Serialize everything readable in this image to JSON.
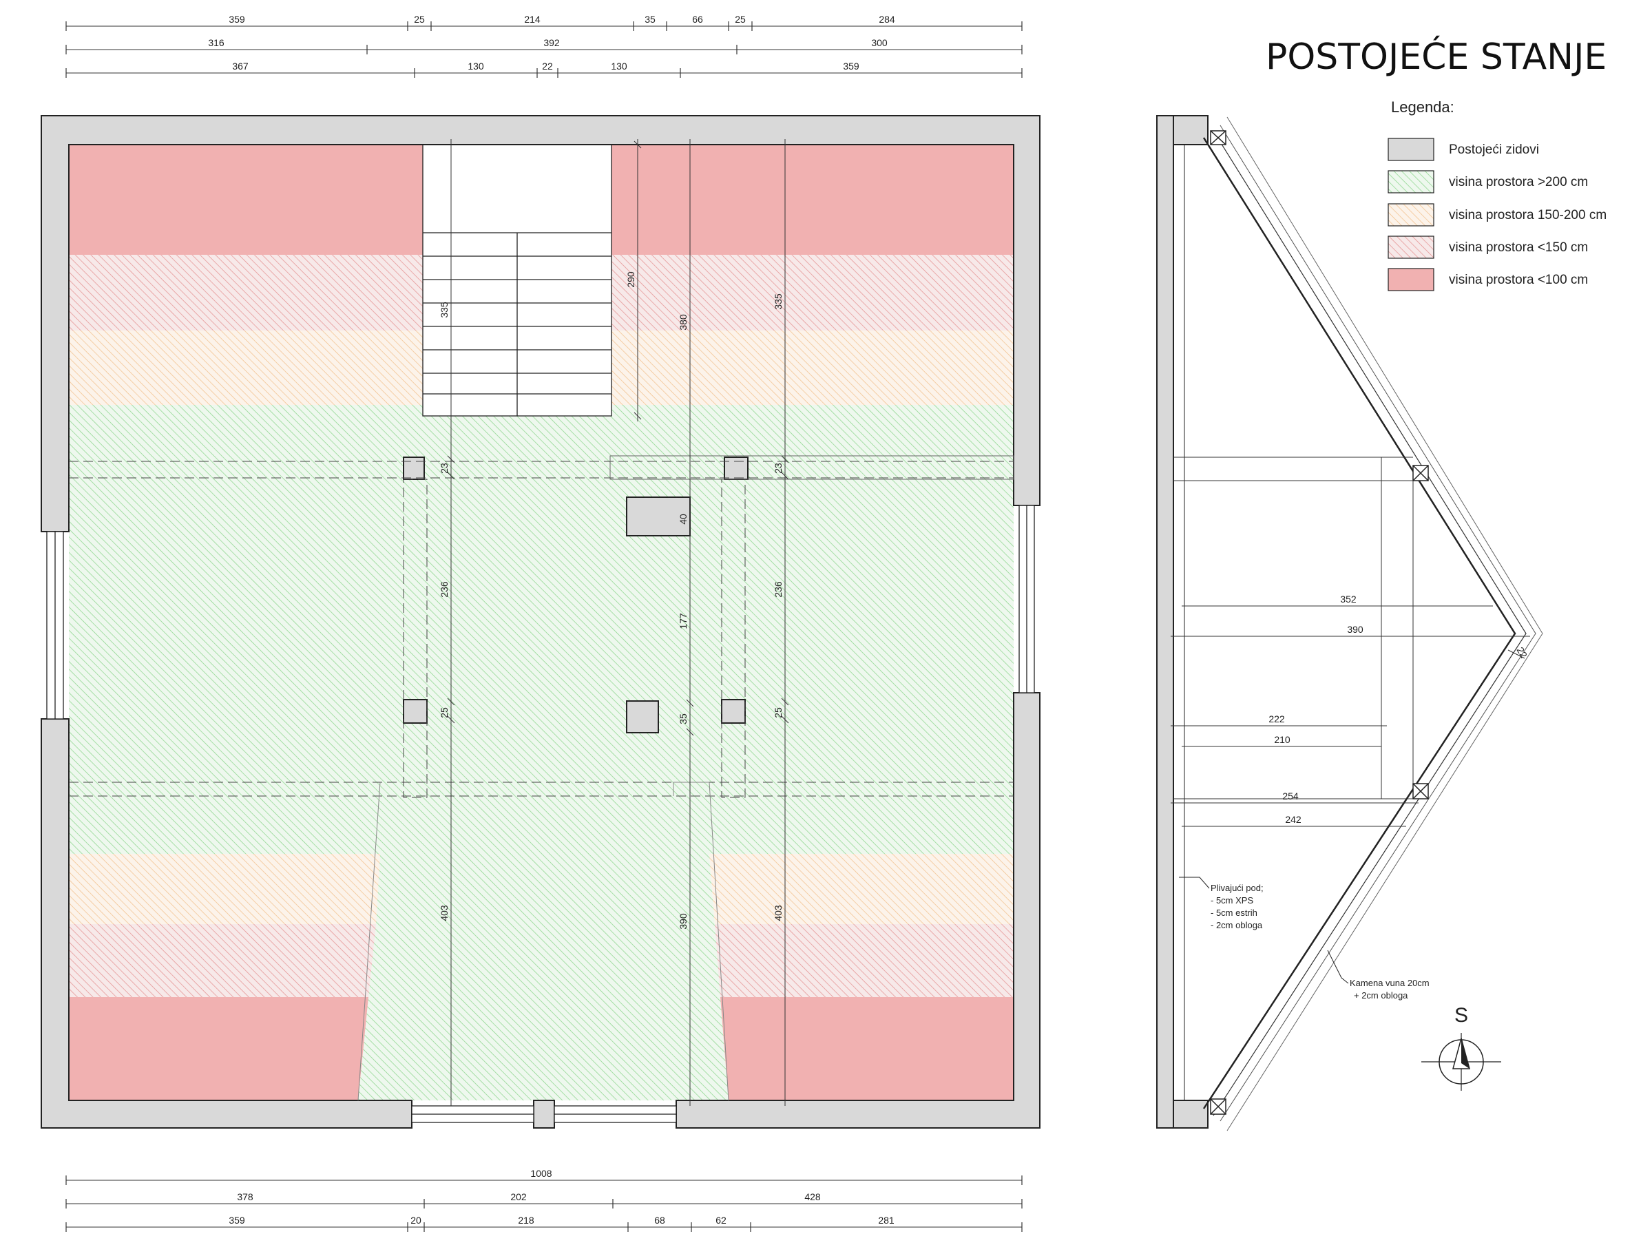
{
  "title": "POSTOJEĆE STANJE",
  "legend": {
    "title": "Legenda:",
    "items": [
      {
        "label": "Postojeći zidovi",
        "color": "#d9d9d9",
        "pattern": "solid"
      },
      {
        "label": "visina prostora >200 cm",
        "color": "#8fd68f",
        "pattern": "hatch"
      },
      {
        "label": "visina prostora 150-200 cm",
        "color": "#f2c28f",
        "pattern": "hatch"
      },
      {
        "label": "visina prostora <150 cm",
        "color": "#e59393",
        "pattern": "hatch"
      },
      {
        "label": "visina prostora <100 cm",
        "color": "#f1b1b1",
        "pattern": "solid"
      }
    ]
  },
  "dimensions": {
    "top_row1": [
      "359",
      "25",
      "214",
      "35",
      "66",
      "25",
      "284"
    ],
    "top_row2": [
      "316",
      "392",
      "300"
    ],
    "top_row3": [
      "367",
      "130",
      "22",
      "130",
      "359"
    ],
    "bottom_row1": [
      "1008"
    ],
    "bottom_row2": [
      "378",
      "202",
      "428"
    ],
    "bottom_row3": [
      "359",
      "20",
      "218",
      "68",
      "62",
      "281"
    ],
    "vertical_left": [
      "335",
      "23",
      "236",
      "25",
      "403"
    ],
    "vertical_mid": [
      "290",
      "380",
      "40",
      "177",
      "35",
      "390"
    ],
    "vertical_right": [
      "335",
      "23",
      "236",
      "25",
      "403"
    ],
    "section": [
      "352",
      "390",
      "22",
      "222",
      "210",
      "254",
      "242"
    ]
  },
  "notes": {
    "floor": [
      "Plivajući pod;",
      "- 5cm XPS",
      "- 5cm estrih",
      "- 2cm obloga"
    ],
    "roof": [
      "Kamena vuna 20cm",
      "+ 2cm obloga"
    ]
  },
  "compass": {
    "letter": "S"
  }
}
